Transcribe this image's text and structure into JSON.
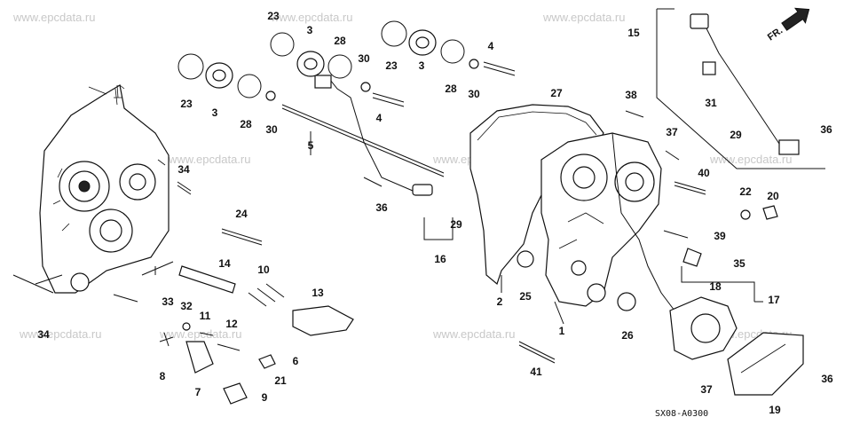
{
  "watermark": "www.epcdata.ru",
  "diagram_code": "SX08-A0300",
  "front_arrow_label": "FR.",
  "callouts": [
    "23",
    "3",
    "28",
    "30",
    "23",
    "3",
    "28",
    "30",
    "4",
    "23",
    "3",
    "28",
    "30",
    "4",
    "5",
    "27",
    "38",
    "15",
    "31",
    "37",
    "36",
    "34",
    "36",
    "29",
    "16",
    "29",
    "40",
    "22",
    "20",
    "24",
    "14",
    "10",
    "13",
    "2",
    "25",
    "39",
    "35",
    "18",
    "17",
    "34",
    "33",
    "32",
    "11",
    "12",
    "1",
    "26",
    "8",
    "7",
    "6",
    "21",
    "9",
    "41",
    "37",
    "19",
    "36"
  ]
}
